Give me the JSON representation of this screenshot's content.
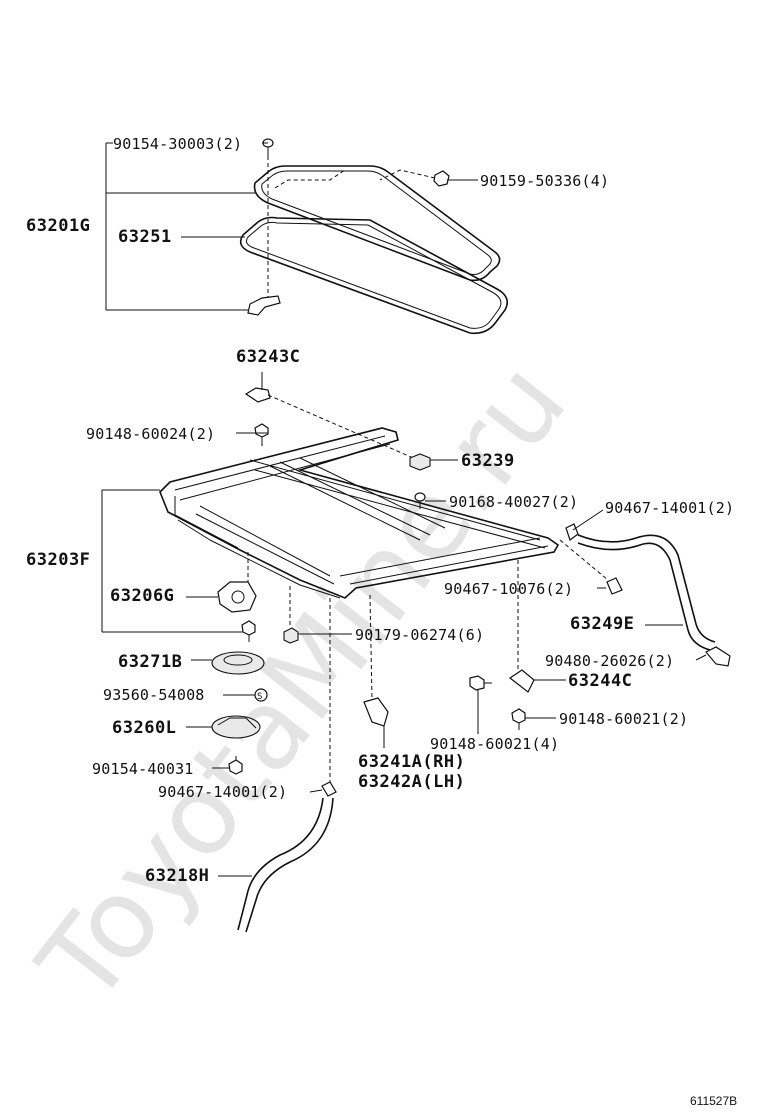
{
  "watermark": "ToyotaMine.ru",
  "figure_id": "611527B",
  "labels": {
    "l_90154_30003": "90154-30003(2)",
    "l_63201G": "63201G",
    "l_63251": "63251",
    "l_90159_50336": "90159-50336(4)",
    "l_63243C": "63243C",
    "l_90148_60024": "90148-60024(2)",
    "l_63239": "63239",
    "l_90168_40027": "90168-40027(2)",
    "l_90467_14001_r": "90467-14001(2)",
    "l_63203F": "63203F",
    "l_63206G": "63206G",
    "l_90467_10076": "90467-10076(2)",
    "l_63249E": "63249E",
    "l_90179_06274": "90179-06274(6)",
    "l_63271B": "63271B",
    "l_90480_26026": "90480-26026(2)",
    "l_93560_54008": "93560-54008",
    "l_63244C": "63244C",
    "l_63260L": "63260L",
    "l_90148_60021_r": "90148-60021(2)",
    "l_90148_60021_c": "90148-60021(4)",
    "l_90154_40031": "90154-40031",
    "l_63241A": "63241A(RH)",
    "l_63242A": "63242A(LH)",
    "l_90467_14001_l": "90467-14001(2)",
    "l_63218H": "63218H"
  }
}
